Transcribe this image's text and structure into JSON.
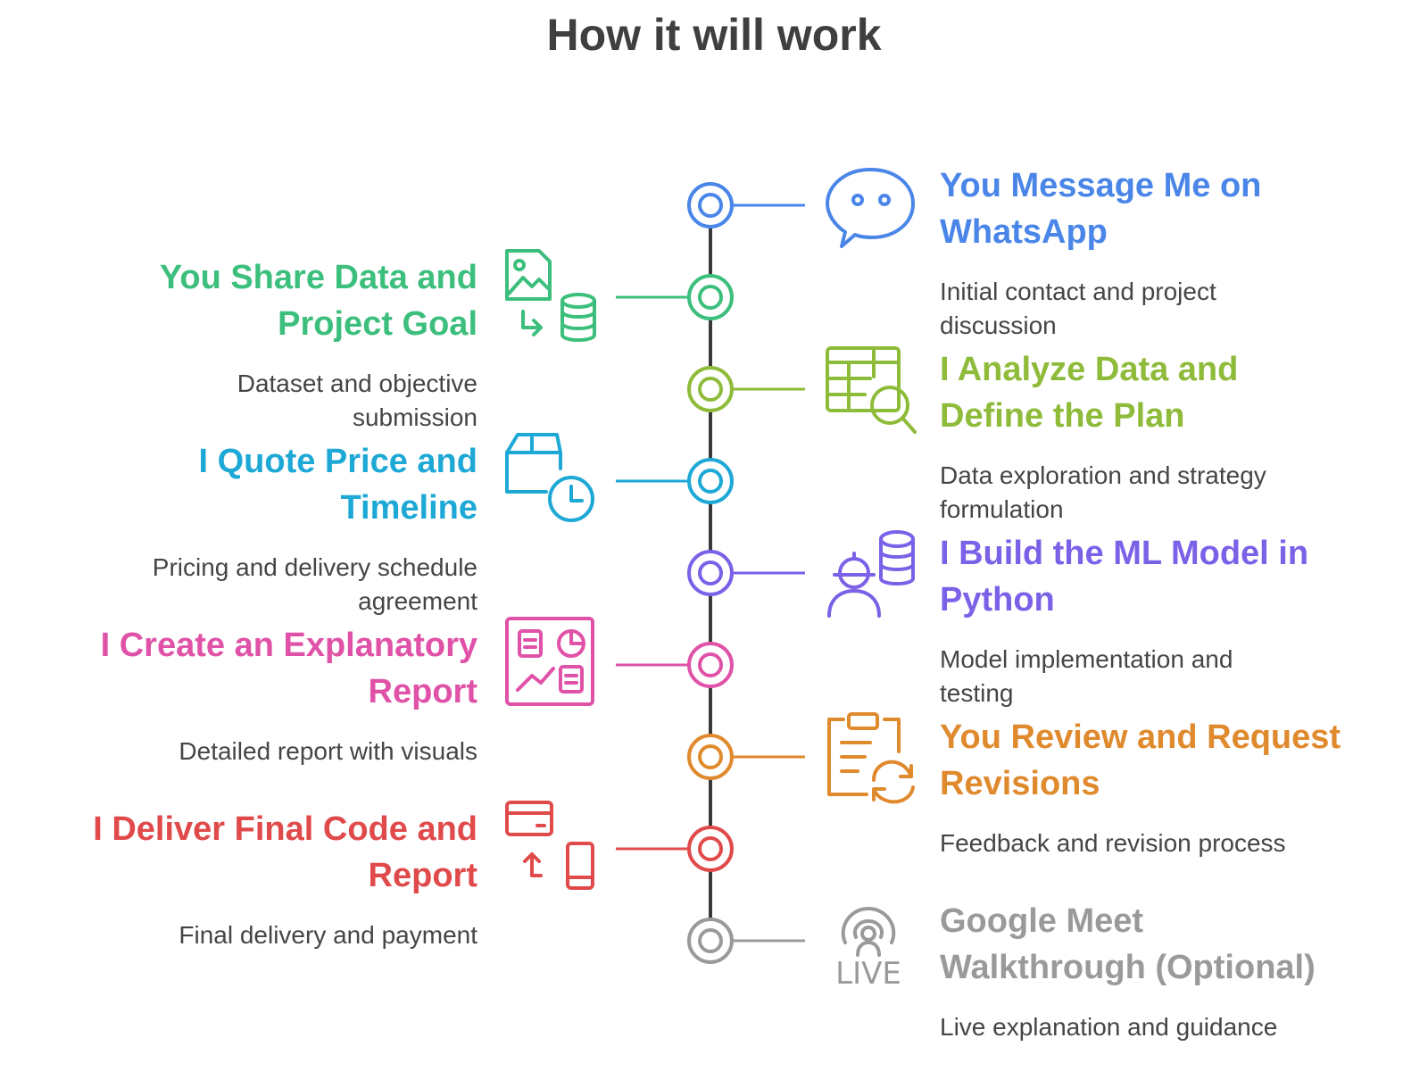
{
  "title": "How it will work",
  "steps": [
    {
      "side": "right",
      "heading": "You Message Me on WhatsApp",
      "heading_lines": [
        "You Message Me on",
        "WhatsApp"
      ],
      "description_lines": [
        "Initial contact and project",
        "discussion"
      ],
      "color": "#4a86e8",
      "icon": "chat-bubble-icon"
    },
    {
      "side": "left",
      "heading_lines": [
        "You Share Data and",
        "Project Goal"
      ],
      "description_lines": [
        "Dataset and objective",
        "submission"
      ],
      "color": "#3cbf7c",
      "icon": "image-to-database-icon"
    },
    {
      "side": "right",
      "heading_lines": [
        "I Analyze Data and",
        "Define the Plan"
      ],
      "description_lines": [
        "Data exploration and strategy",
        "formulation"
      ],
      "color": "#8fbb3a",
      "icon": "table-search-icon"
    },
    {
      "side": "left",
      "heading_lines": [
        "I Quote Price and",
        "Timeline"
      ],
      "description_lines": [
        "Pricing and delivery schedule",
        "agreement"
      ],
      "color": "#1ea8d6",
      "icon": "box-clock-icon"
    },
    {
      "side": "right",
      "heading_lines": [
        "I Build the ML Model in",
        "Python"
      ],
      "description_lines": [
        "Model implementation and",
        "testing"
      ],
      "color": "#7b61e8",
      "icon": "engineer-database-icon"
    },
    {
      "side": "left",
      "heading_lines": [
        "I Create an Explanatory",
        "Report"
      ],
      "description_lines": [
        "Detailed report with visuals"
      ],
      "color": "#e052a8",
      "icon": "dashboard-report-icon"
    },
    {
      "side": "right",
      "heading_lines": [
        "You Review and Request",
        "Revisions"
      ],
      "description_lines": [
        "Feedback and revision process"
      ],
      "color": "#e08a2e",
      "icon": "clipboard-refresh-icon"
    },
    {
      "side": "left",
      "heading_lines": [
        "I Deliver Final Code and",
        "Report"
      ],
      "description_lines": [
        "Final delivery and payment"
      ],
      "color": "#e04a4a",
      "icon": "card-phone-icon"
    },
    {
      "side": "right",
      "heading_lines": [
        "Google Meet",
        "Walkthrough (Optional)"
      ],
      "description_lines": [
        "Live explanation and guidance"
      ],
      "color": "#9a9a9a",
      "icon": "live-broadcast-icon"
    }
  ],
  "icons": {
    "live_label": "LIVE"
  }
}
